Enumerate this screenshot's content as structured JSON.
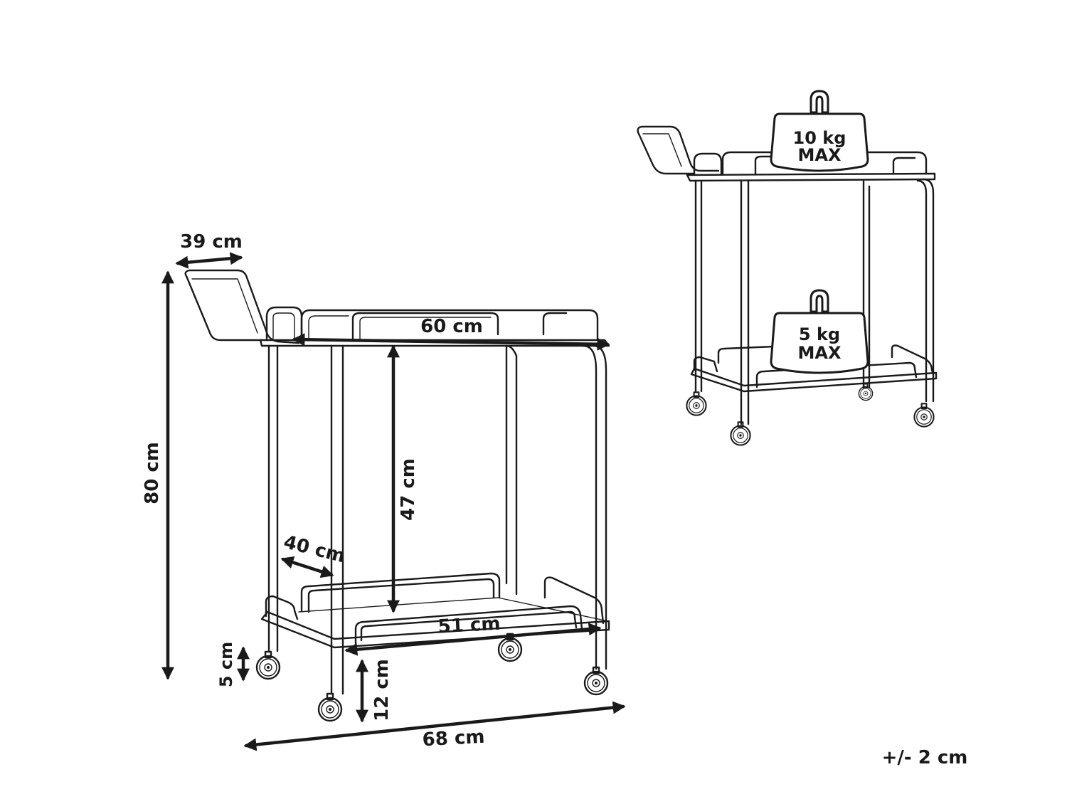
{
  "dimensions": {
    "handle_width": "39 cm",
    "top_length": "60 cm",
    "total_height": "80 cm",
    "shelf_gap": "47 cm",
    "depth": "40 cm",
    "bottom_length": "51 cm",
    "wheel_height": "5 cm",
    "shelf_clearance": "12 cm",
    "total_length": "68 cm"
  },
  "tolerance": "+/- 2 cm",
  "load": {
    "top": {
      "line1": "10 kg",
      "line2": "MAX"
    },
    "bottom": {
      "line1": "5 kg",
      "line2": "MAX"
    }
  },
  "colors": {
    "line": "#1a1a1a",
    "background": "#ffffff"
  }
}
